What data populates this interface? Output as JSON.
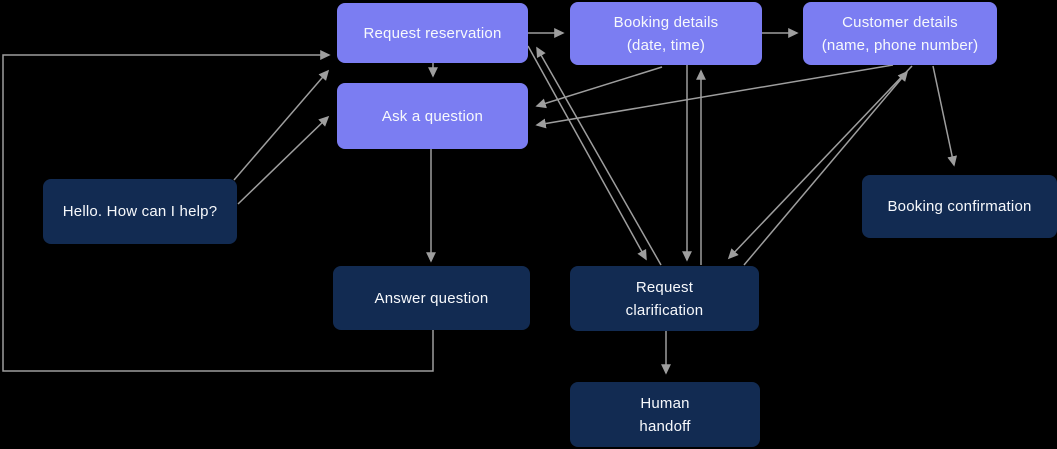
{
  "colors": {
    "background": "#000000",
    "intent_node": "#7b7df2",
    "action_node": "#122b52",
    "arrow": "#9e9e9e",
    "text": "#f7f9fc"
  },
  "nodes": [
    {
      "id": "hello",
      "label": "Hello. How can I help?",
      "type": "action"
    },
    {
      "id": "request-reservation",
      "label": "Request reservation",
      "type": "intent"
    },
    {
      "id": "ask-question",
      "label": "Ask a question",
      "type": "intent"
    },
    {
      "id": "booking-details",
      "label": "Booking details\n(date, time)",
      "type": "intent"
    },
    {
      "id": "customer-details",
      "label": "Customer details\n(name, phone number)",
      "type": "intent"
    },
    {
      "id": "booking-confirmation",
      "label": "Booking confirmation",
      "type": "action"
    },
    {
      "id": "answer-question",
      "label": "Answer question",
      "type": "action"
    },
    {
      "id": "request-clarification",
      "label": "Request\nclarification",
      "type": "action"
    },
    {
      "id": "human-handoff",
      "label": "Human\nhandoff",
      "type": "action"
    }
  ],
  "edges": [
    {
      "from": "hello",
      "to": "request-reservation"
    },
    {
      "from": "hello",
      "to": "ask-question"
    },
    {
      "from": "answer-question",
      "to": "request-reservation"
    },
    {
      "from": "request-reservation",
      "to": "ask-question"
    },
    {
      "from": "request-reservation",
      "to": "booking-details"
    },
    {
      "from": "request-reservation",
      "to": "request-clarification"
    },
    {
      "from": "request-clarification",
      "to": "request-reservation"
    },
    {
      "from": "booking-details",
      "to": "customer-details"
    },
    {
      "from": "booking-details",
      "to": "request-clarification"
    },
    {
      "from": "request-clarification",
      "to": "booking-details"
    },
    {
      "from": "booking-details",
      "to": "ask-question"
    },
    {
      "from": "customer-details",
      "to": "ask-question"
    },
    {
      "from": "customer-details",
      "to": "request-clarification"
    },
    {
      "from": "request-clarification",
      "to": "customer-details"
    },
    {
      "from": "customer-details",
      "to": "booking-confirmation"
    },
    {
      "from": "ask-question",
      "to": "answer-question"
    },
    {
      "from": "request-clarification",
      "to": "human-handoff"
    }
  ]
}
